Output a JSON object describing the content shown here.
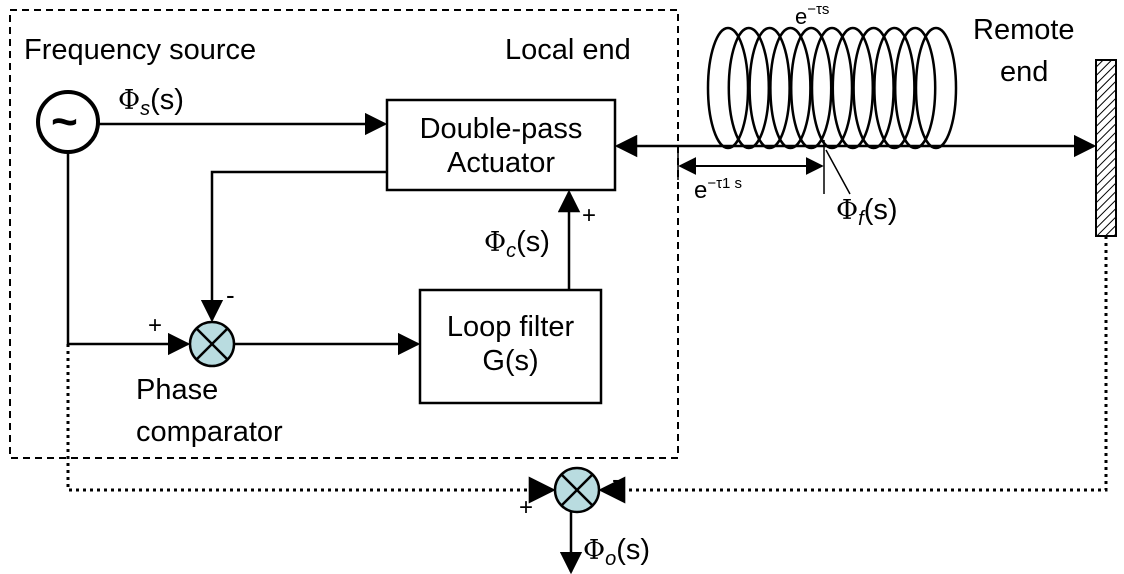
{
  "labels": {
    "frequency_source": "Frequency source",
    "local_end": "Local end",
    "remote_end_1": "Remote",
    "remote_end_2": "end",
    "phase_comparator_1": "Phase",
    "phase_comparator_2": "comparator"
  },
  "blocks": {
    "actuator": {
      "line1": "Double-pass",
      "line2": "Actuator"
    },
    "loop_filter": {
      "line1": "Loop filter",
      "line2": "G(s)"
    }
  },
  "signals": {
    "phi_s": {
      "symbol": "Φ",
      "sub": "s",
      "arg": "(s)"
    },
    "phi_c": {
      "symbol": "Φ",
      "sub": "c",
      "arg": "(s)"
    },
    "phi_f": {
      "symbol": "Φ",
      "sub": "f",
      "arg": "(s)"
    },
    "phi_o": {
      "symbol": "Φ",
      "sub": "o",
      "arg": "(s)"
    }
  },
  "delays": {
    "fiber": {
      "base": "e",
      "exp": "−τs"
    },
    "partial": {
      "base": "e",
      "exp": "−τ1 s"
    }
  },
  "signs": {
    "actuator_plus": "+",
    "comparator_minus": "-",
    "comparator_plus": "+",
    "output_plus": "+",
    "output_minus": "-"
  },
  "source_symbol": "~"
}
